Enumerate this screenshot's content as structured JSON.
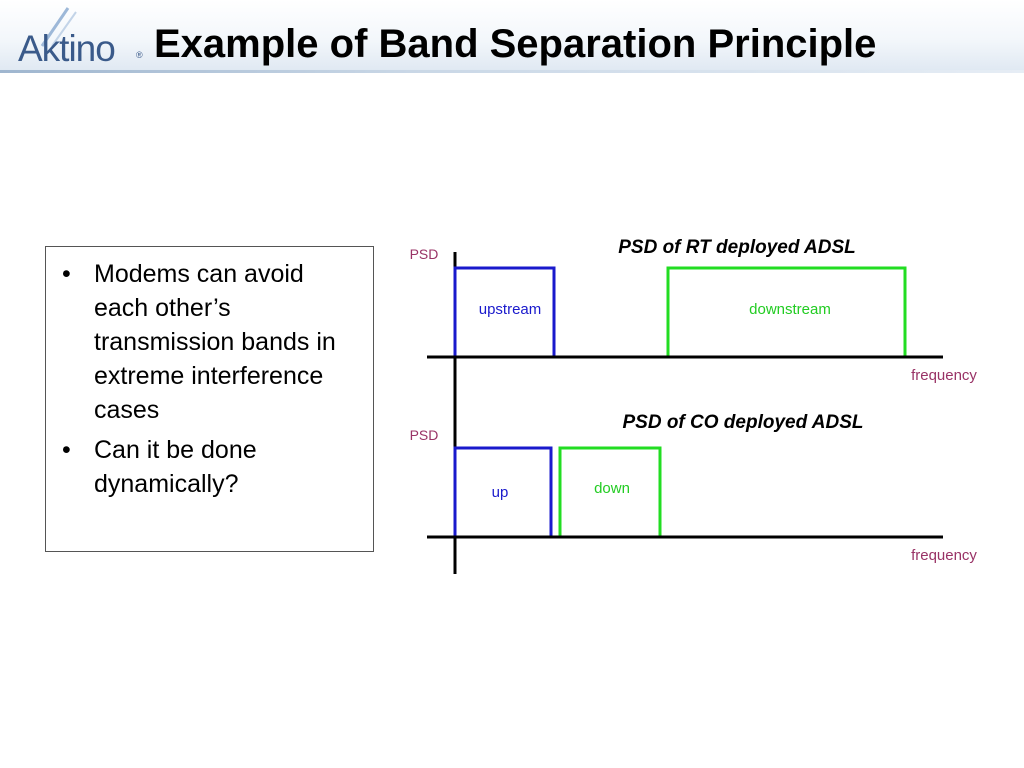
{
  "header": {
    "logo_text": "Aktino",
    "logo_mark": "®",
    "title": "Example of Band Separation Principle"
  },
  "bullets": [
    "Modems can avoid each other’s transmission bands in extreme interference cases",
    "Can it be done dynamically?"
  ],
  "diagram": {
    "rt": {
      "title": "PSD of RT deployed ADSL",
      "y_label": "PSD",
      "x_label": "frequency",
      "bands": [
        {
          "label": "upstream",
          "color": "#1a1acc"
        },
        {
          "label": "downstream",
          "color": "#22dd22"
        }
      ]
    },
    "co": {
      "title": "PSD of CO deployed ADSL",
      "y_label": "PSD",
      "x_label": "frequency",
      "bands": [
        {
          "label": "up",
          "color": "#1a1acc"
        },
        {
          "label": "down",
          "color": "#22dd22"
        }
      ]
    },
    "colors": {
      "axis_label": "#993366",
      "axis": "#000000"
    }
  }
}
